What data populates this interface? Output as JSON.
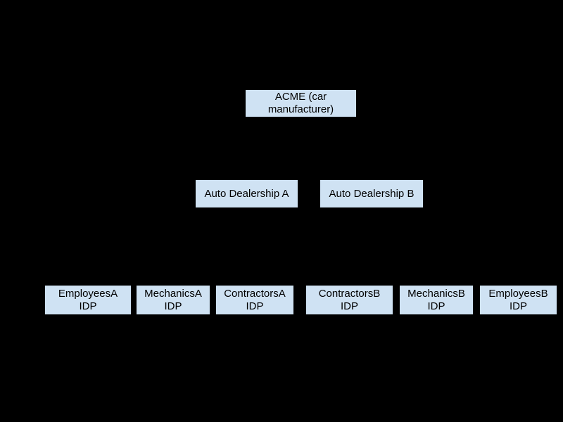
{
  "style": {
    "background": "#000000",
    "node_fill": "#cfe2f3",
    "node_text_color": "#000000"
  },
  "diagram": {
    "root": {
      "line1": "ACME (car",
      "line2": "manufacturer)"
    },
    "dealerships": [
      {
        "line1": "Auto Dealership A",
        "line2": ""
      },
      {
        "line1": "Auto Dealership B",
        "line2": ""
      }
    ],
    "idps": [
      {
        "line1": "EmployeesA",
        "line2": "IDP"
      },
      {
        "line1": "MechanicsA",
        "line2": "IDP"
      },
      {
        "line1": "ContractorsA",
        "line2": "IDP"
      },
      {
        "line1": "ContractorsB",
        "line2": "IDP"
      },
      {
        "line1": "MechanicsB",
        "line2": "IDP"
      },
      {
        "line1": "EmployeesB",
        "line2": "IDP"
      }
    ]
  }
}
